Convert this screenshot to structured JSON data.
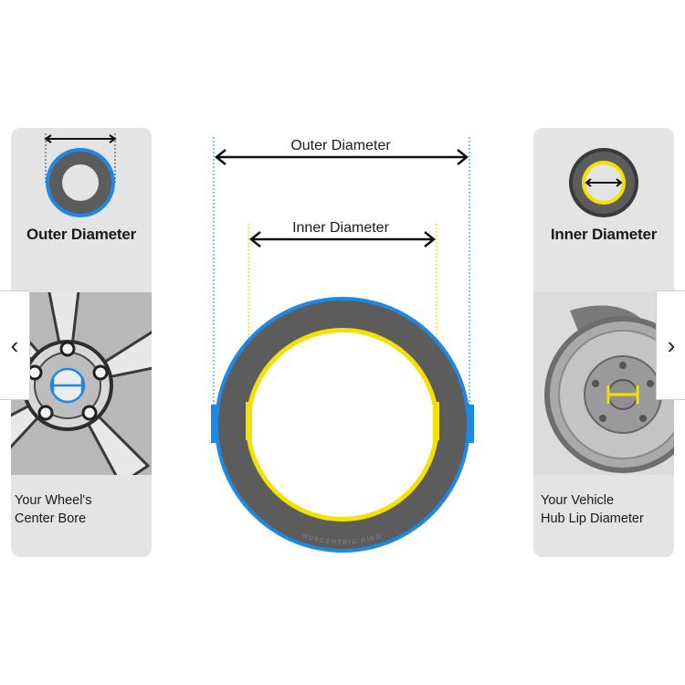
{
  "diagram": {
    "outer_label": "Outer Diameter",
    "inner_label": "Inner Diameter",
    "ring_text": "HUBCENTRIC RING"
  },
  "left_card": {
    "title": "Outer Diameter",
    "caption_line1": "Your Wheel's",
    "caption_line2": "Center Bore"
  },
  "right_card": {
    "title": "Inner Diameter",
    "caption_line1": "Your Vehicle",
    "caption_line2": "Hub Lip Diameter"
  },
  "navigation": {
    "prev_icon": "chevron-left-icon",
    "next_icon": "chevron-right-icon"
  },
  "colors": {
    "outer_accent": "#1e88e5",
    "inner_accent": "#f5e100",
    "ring_body": "#5c5c5c",
    "card_bg": "#e4e4e4"
  }
}
